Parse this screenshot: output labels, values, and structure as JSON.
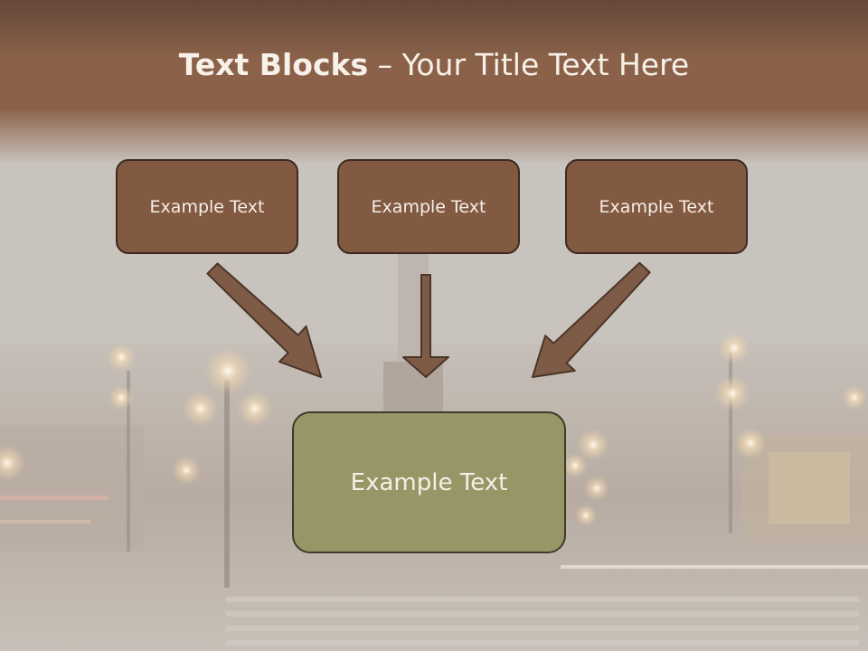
{
  "title": {
    "bold": "Text Blocks",
    "dash": "–",
    "rest": "Your Title Text Here"
  },
  "boxes": {
    "left": "Example Text",
    "center": "Example Text",
    "right": "Example Text"
  },
  "result_box": {
    "label": "Example Text"
  },
  "colors": {
    "header_brown": "#8a6248",
    "box_fill": "#825a42",
    "result_fill": "#979667",
    "arrow_fill": "#7e5b46"
  }
}
